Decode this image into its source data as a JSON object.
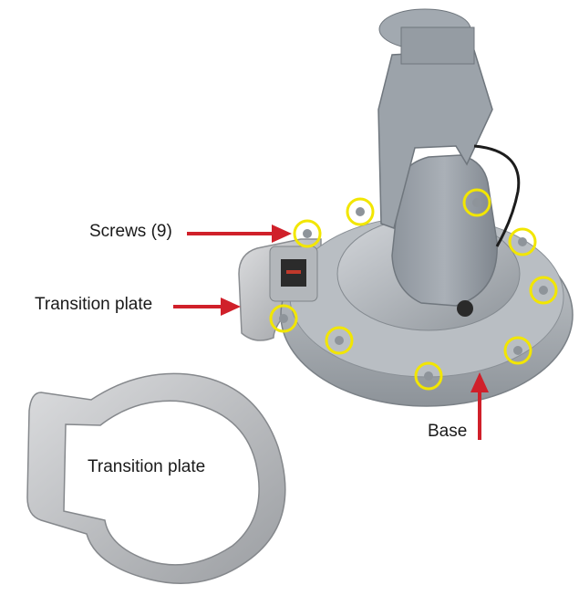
{
  "labels": {
    "screws": "Screws (9)",
    "transition_plate_top": "Transition plate",
    "base": "Base",
    "transition_plate_bottom": "Transition plate"
  },
  "colors": {
    "arrow": "#d0202a",
    "highlight_ring": "#f2e600",
    "metal_light": "#c4c8cc",
    "metal_mid": "#a9aeb4",
    "metal_dark": "#7d838a",
    "plate_light": "#d6d7d8",
    "plate_dark": "#9c9fa2"
  },
  "highlighted_screw_count": 9
}
